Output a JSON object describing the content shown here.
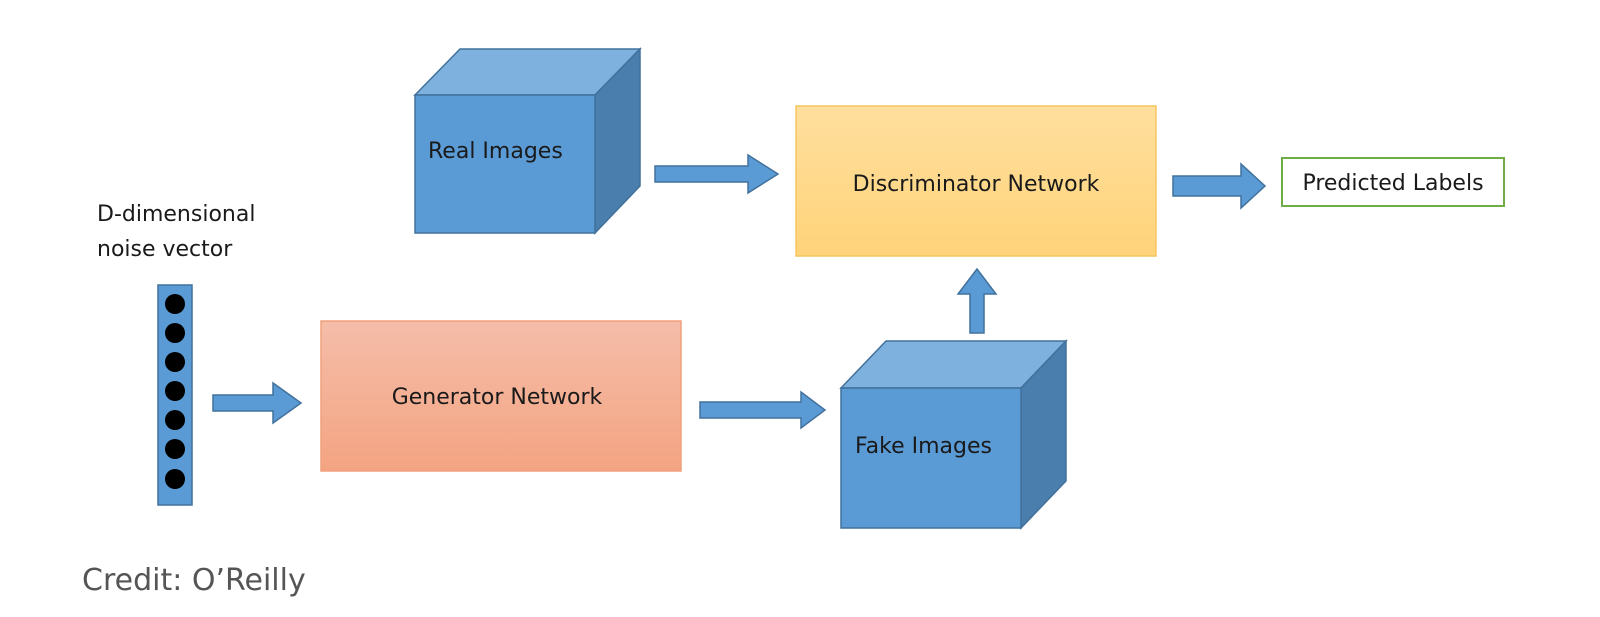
{
  "noise_vector": {
    "label_line1": "D-dimensional",
    "label_line2": "noise vector"
  },
  "real_images": {
    "label": "Real Images"
  },
  "fake_images": {
    "label": "Fake Images"
  },
  "generator": {
    "label": "Generator Network"
  },
  "discriminator": {
    "label": "Discriminator Network"
  },
  "predicted_labels": {
    "label": "Predicted Labels"
  },
  "credit": {
    "text": "Credit: O’Reilly"
  },
  "colors": {
    "cube_front": "#5b9bd5",
    "cube_top": "#7eb1dd",
    "cube_side": "#4a7ead",
    "cube_stroke": "#41719c",
    "arrow_fill": "#5b9bd5",
    "generator_top": "#f5bda9",
    "generator_bottom": "#f4a482",
    "discriminator_top": "#ffdf9e",
    "discriminator_bottom": "#ffd37a",
    "predicted_border": "#70ad47"
  }
}
